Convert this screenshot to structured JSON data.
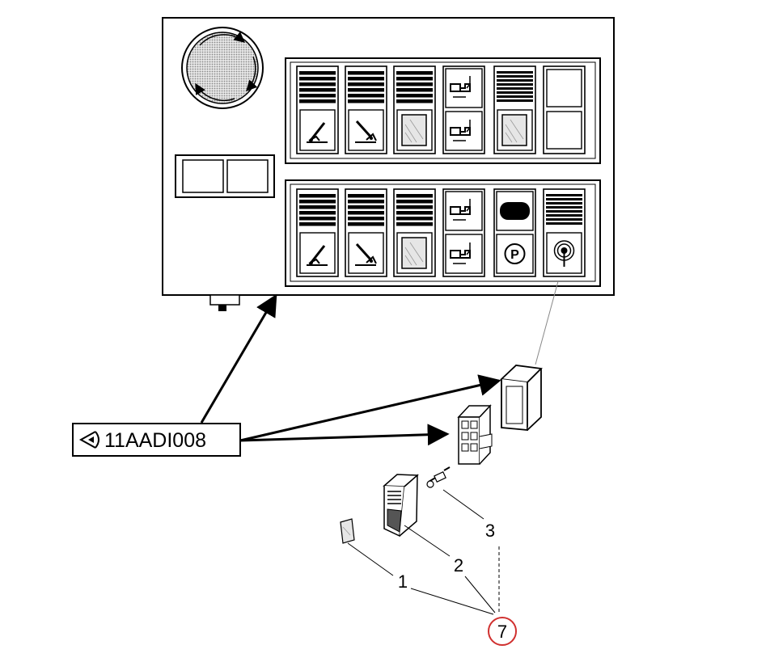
{
  "reference": {
    "code": "11AADI008",
    "eye_icon": "eye-view-icon"
  },
  "callouts": {
    "item_1": "1",
    "item_2": "2",
    "item_3": "3",
    "group": "7"
  },
  "panel": {
    "gauge_icon": "rotary-dial-icon",
    "top_row": [
      "boom-lower-icon",
      "boom-raise-icon",
      "blank-icon",
      "dump-body-icon",
      "blank-icon",
      "indicator-lamps-icon"
    ],
    "bottom_row": [
      "boom-lower-icon",
      "boom-raise-icon",
      "blank-icon",
      "dump-body-icon",
      "parking-brake-icon",
      "beacon-icon"
    ]
  },
  "colors": {
    "line": "#000000",
    "group_circle": "#d0302f",
    "gauge_fill": "#b5b5b5",
    "blank_fill": "#e6e6e6"
  }
}
